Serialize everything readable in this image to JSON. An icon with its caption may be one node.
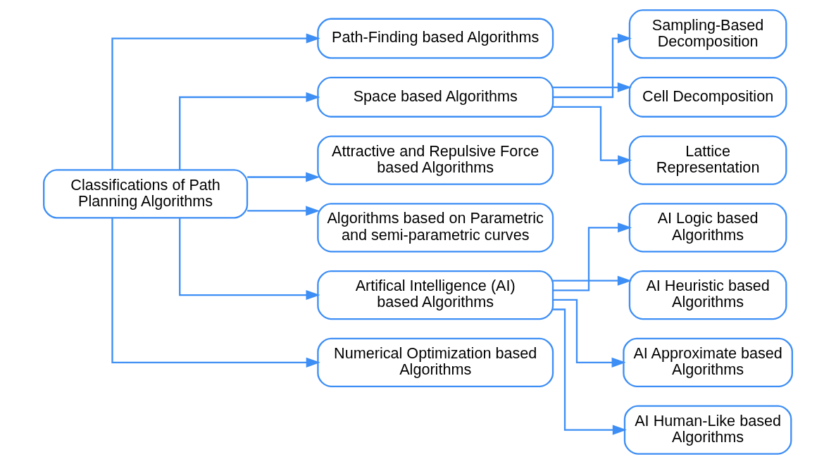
{
  "diagram": {
    "nodes": [
      {
        "text": [
          "Classifications of Path Planning Algorithms"
        ]
      },
      {
        "text": [
          "Path-Finding based Algorithms"
        ]
      },
      {
        "text": [
          "Space based Algorithms"
        ]
      },
      {
        "text": [
          "Attractive and Repulsive Force based Algorithms"
        ]
      },
      {
        "text": [
          "Algorithms based on Parametric and semi-parametric curves"
        ]
      },
      {
        "text": [
          "Artifical Intelligence (AI) based Algorithms"
        ]
      },
      {
        "text": [
          "Numerical Optimization based Algorithms"
        ]
      },
      {
        "text": [
          "Sampling-Based Decomposition"
        ]
      },
      {
        "text": [
          "Cell Decomposition"
        ]
      },
      {
        "text": [
          "Lattice Representation"
        ]
      },
      {
        "text": [
          "AI Logic based Algorithms"
        ]
      },
      {
        "text": [
          "AI Heuristic based Algorithms"
        ]
      },
      {
        "text": [
          "AI Approximate based Algorithms"
        ]
      },
      {
        "text": [
          "AI Human-Like based Algorithms"
        ]
      }
    ],
    "edges": [
      {
        "from": 0,
        "to": 1,
        "arrow": "to"
      },
      {
        "from": 0,
        "to": 2,
        "arrow": "to"
      },
      {
        "from": 0,
        "to": 3,
        "arrow": "to"
      },
      {
        "from": 0,
        "to": 4,
        "arrow": "to"
      },
      {
        "from": 0,
        "to": 5,
        "arrow": "to"
      },
      {
        "from": 0,
        "to": 6,
        "arrow": "to"
      },
      {
        "from": 2,
        "to": 7,
        "arrow": "to"
      },
      {
        "from": 2,
        "to": 8,
        "arrow": "to"
      },
      {
        "from": 2,
        "to": 9,
        "arrow": "to"
      },
      {
        "from": 5,
        "to": 10,
        "arrow": "to"
      },
      {
        "from": 5,
        "to": 11,
        "arrow": "to"
      },
      {
        "from": 5,
        "to": 12,
        "arrow": "to"
      },
      {
        "from": 5,
        "to": 13,
        "arrow": "to"
      }
    ]
  }
}
